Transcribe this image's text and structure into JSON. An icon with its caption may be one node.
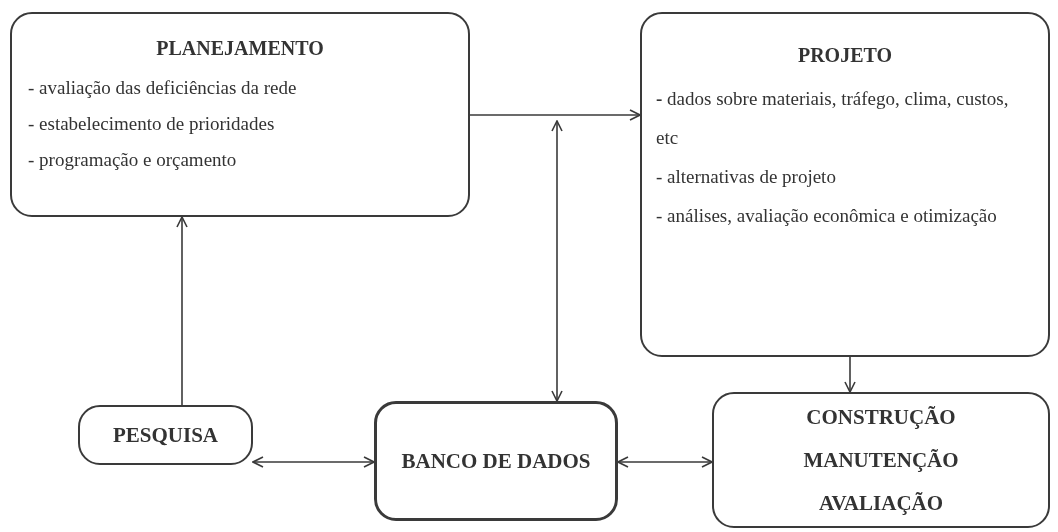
{
  "diagram": {
    "nodes": [
      {
        "text": [
          "PLANEJAMENTO",
          "- avaliação das deficiências da rede",
          "- estabelecimento de prioridades",
          "- programação e orçamento"
        ]
      },
      {
        "text": [
          "PROJETO",
          "**-** dados sobre materiais, tráfego, clima, custos, etc",
          "- alternativas de projeto",
          "- análises, avaliação econômica e otimização"
        ]
      },
      {
        "text": [
          "PESQUISA"
        ]
      },
      {
        "text": [
          "BANCO DE DADOS"
        ]
      },
      {
        "text": [
          "CONSTRUÇÃO",
          "MANUTENÇÃO",
          "AVALIAÇÃO"
        ]
      }
    ],
    "edges": [
      {
        "from": 0,
        "to": 1,
        "arrow": "to"
      },
      {
        "from": 2,
        "to": 0,
        "arrow": "to"
      },
      {
        "from": 2,
        "to": 3,
        "arrow": "both"
      },
      {
        "from": 3,
        "to": null,
        "arrow": "both"
      },
      {
        "from": 3,
        "to": 4,
        "arrow": "both"
      },
      {
        "from": 1,
        "to": 4,
        "arrow": "to"
      }
    ]
  }
}
